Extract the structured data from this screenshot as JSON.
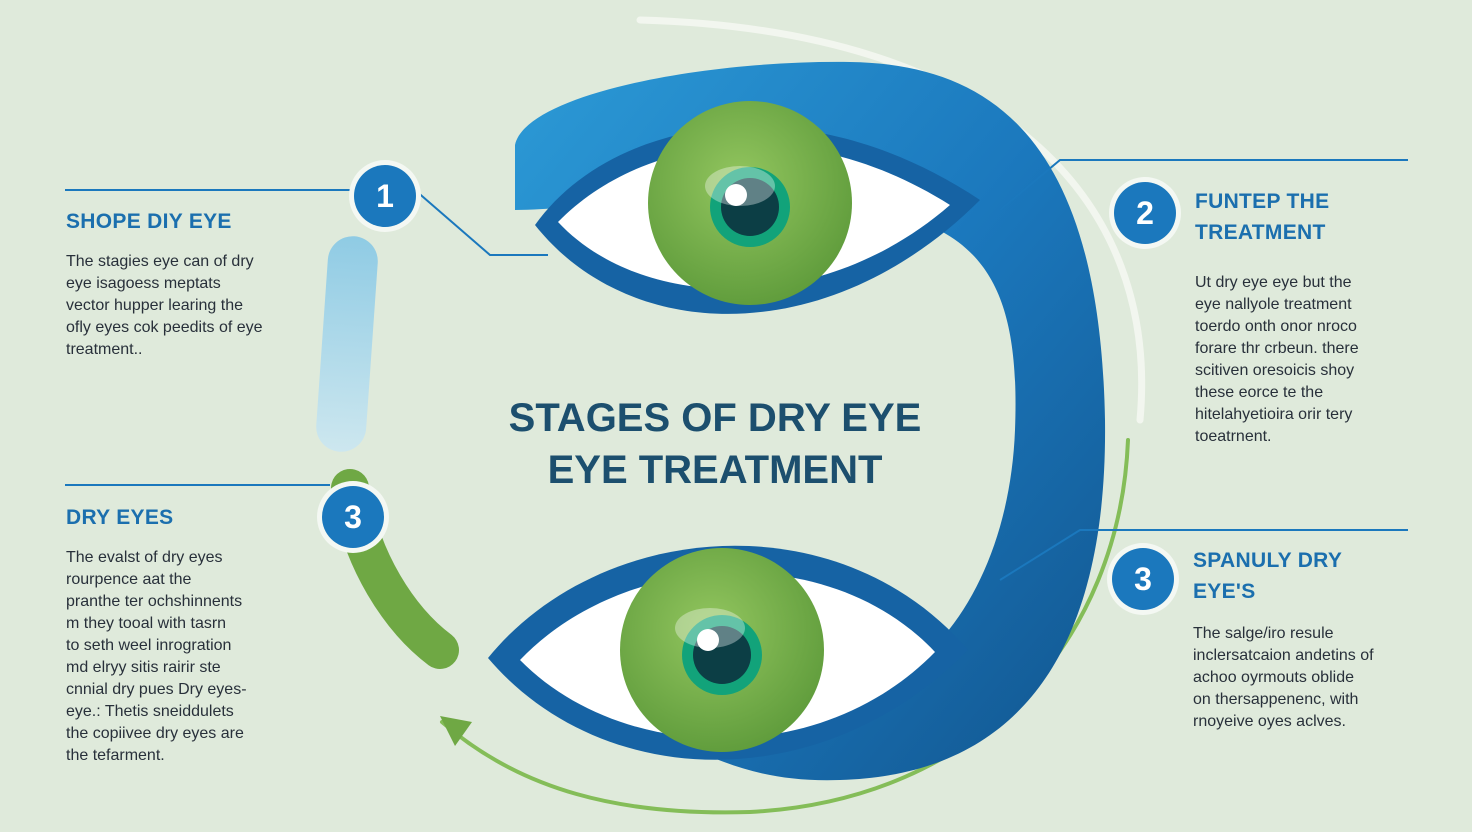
{
  "title": {
    "line1": "STAGES OF DRY EYE",
    "line2": "EYE TREATMENT"
  },
  "stages": [
    {
      "number": "1",
      "heading": "SHOPE DIY EYE",
      "text_lines": [
        "The stagies eye can of dry",
        "eye isagoess meptats",
        "vector hupper learing the",
        "ofly eyes cok peedits of eye",
        "treatment.."
      ]
    },
    {
      "number": "2",
      "heading_lines": [
        "FUNTEP THE",
        "TREATMENT"
      ],
      "text_lines": [
        "Ut dry eye eye but the",
        "eye nallyole treatment",
        "toerdo onth onor  nroco",
        "forare thr crbeun. there",
        "scitiven oresoicis shoy",
        "these eorce te the",
        "hitelahyetioira orir tery",
        "toeatrnent."
      ]
    },
    {
      "number": "3",
      "heading": "DRY EYES",
      "text_lines": [
        "The evalst of dry eyes",
        "rourpence aat the",
        "pranthe ter ochshinnents",
        "m they tooal with tasrn",
        "to seth weel inrogration",
        "md elryy sitis rairir ste",
        "cnnial dry pues Dry eyes-",
        "eye.: Thetis sneiddulets",
        "the copiivee dry eyes are",
        "the tefarment."
      ]
    },
    {
      "number": "3",
      "heading_lines": [
        "SPANULY DRY",
        "EYE'S"
      ],
      "text_lines": [
        "The salge/iro resule",
        "inclersatcaion andetins of",
        "achoo oyrmouts oblide",
        "on thersappenenc, with",
        "rnoyeive oyes aclves."
      ]
    }
  ],
  "colors": {
    "background": "#dfeadb",
    "blue": "#1b78bd",
    "dark_blue": "#12568f",
    "green": "#6fa844",
    "light_green": "#8dc15c",
    "light_blue": "#9fd1e6",
    "title": "#1c4f6e",
    "heading": "#1b6fae"
  },
  "icons": [
    "upper-eye-icon",
    "lower-eye-icon",
    "cycle-arrow-icon"
  ]
}
